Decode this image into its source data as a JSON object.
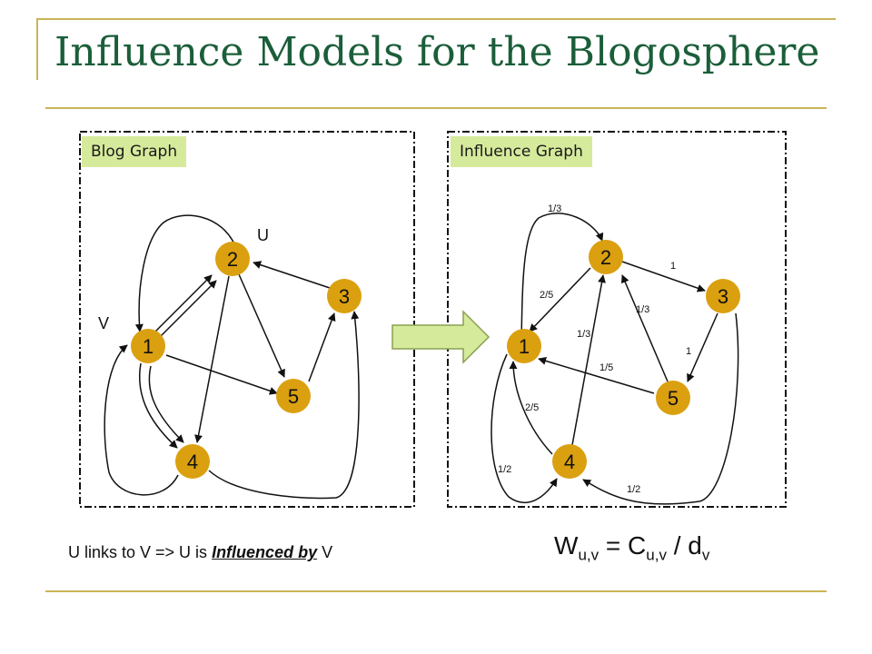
{
  "title": "Influence Models for the Blogosphere",
  "left_panel": {
    "label": "Blog Graph",
    "nodes": [
      "1",
      "2",
      "3",
      "4",
      "5"
    ],
    "annotations": {
      "u": "U",
      "v": "V"
    }
  },
  "right_panel": {
    "label": "Influence Graph",
    "nodes": [
      "1",
      "2",
      "3",
      "4",
      "5"
    ],
    "edge_weights": {
      "w_1_2_top": "1/3",
      "w_2_3": "1",
      "w_2_1": "2/5",
      "w_3_2": "1/3",
      "w_4_2": "1/3",
      "w_3_5": "1",
      "w_5_1": "1/5",
      "w_4_1": "2/5",
      "w_1_4": "1/2",
      "w_3_4": "1/2"
    }
  },
  "caption": {
    "prefix": "U links to V => U is ",
    "emphasis": "Influenced by",
    "suffix": " V"
  },
  "formula": {
    "w": "W",
    "w_sub": "u,v",
    "eq": " = C",
    "c_sub": "u,v",
    "div": " / d",
    "d_sub": "v"
  },
  "colors": {
    "title": "#1b5e3a",
    "node_fill": "#dba010",
    "label_bg": "#d6ea9c",
    "frame_line": "#c9b458",
    "arrow_fill": "#d6ea9c"
  }
}
